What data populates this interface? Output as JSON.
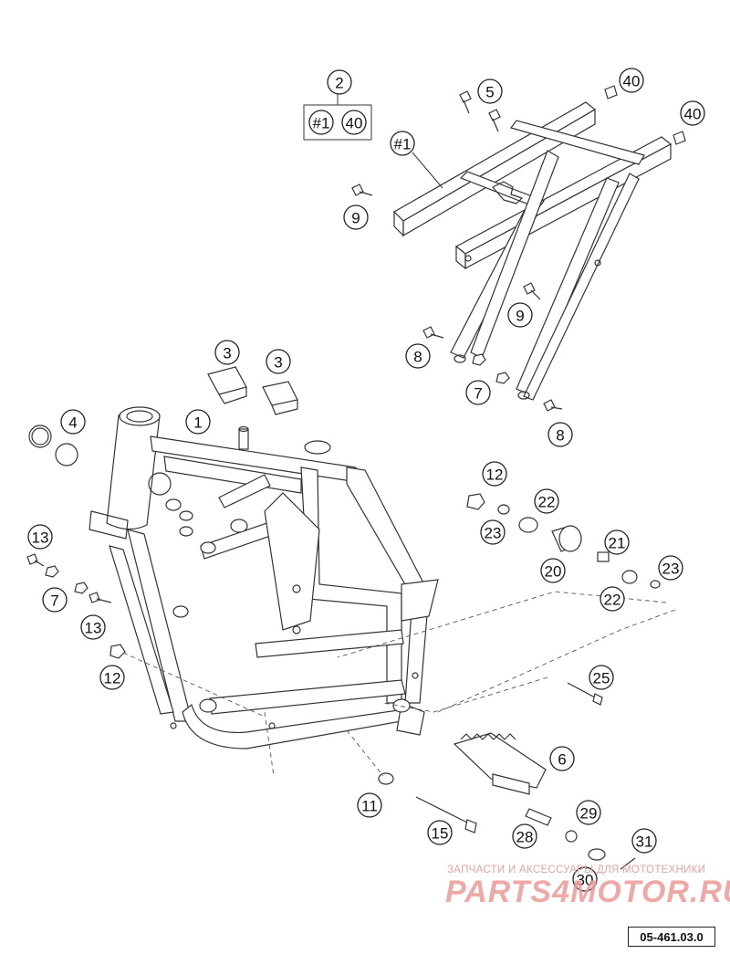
{
  "diagram": {
    "reference_code": "05-461.03.0",
    "group_label": "2",
    "group_items": [
      "#1",
      "40"
    ],
    "callouts": {
      "frame": "1",
      "subframe_group": "2",
      "guard_left": "3",
      "guard_right": "3",
      "bearing_ring": "4",
      "bolt_5": "5",
      "footpeg": "6",
      "nut_7_right": "7",
      "nut_7_left": "7",
      "bolt_8_upper": "8",
      "bolt_8_lower": "8",
      "bolt_9_left": "9",
      "bolt_9_right": "9",
      "washer_11": "11",
      "nut_12_upper": "12",
      "nut_12_lower": "12",
      "bolt_13_upper": "13",
      "bolt_13_lower": "13",
      "bolt_15": "15",
      "bushing_20": "20",
      "sleeve_21": "21",
      "washer_22_upper": "22",
      "washer_22_lower": "22",
      "washer_23_upper": "23",
      "washer_23_lower": "23",
      "bolt_25": "25",
      "pin_28": "28",
      "spring_29": "29",
      "washer_30": "30",
      "cotter_31": "31",
      "subframe": "#1",
      "plug_40_upper": "40",
      "plug_40_right": "40"
    }
  },
  "watermark": {
    "subtitle": "ЗАПЧАСТИ И АКСЕССУАРЫ ДЛЯ МОТОТЕХНИКИ",
    "brand": "PARTS4MOTOR.RU"
  }
}
